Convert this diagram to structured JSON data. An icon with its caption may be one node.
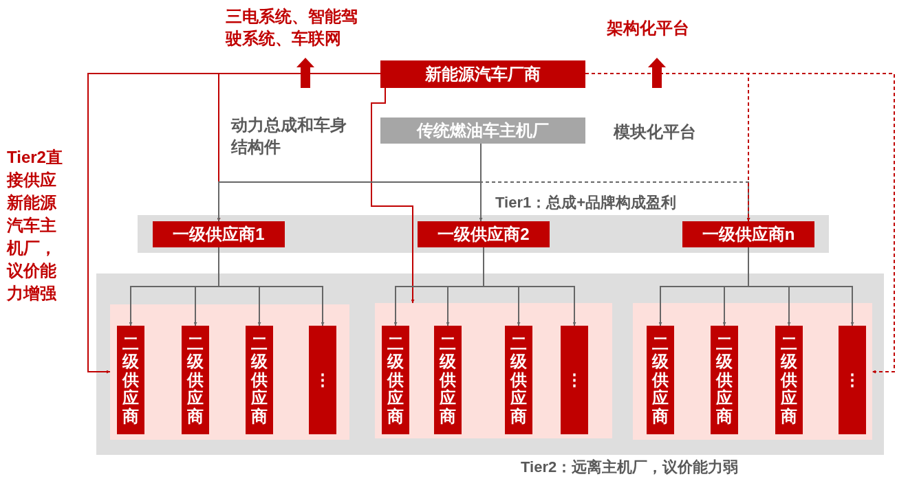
{
  "diagram": {
    "nodes": [
      {
        "text": [
          "新能源汽车厂商"
        ]
      },
      {
        "text": [
          "传统燃油车主机厂"
        ]
      },
      {
        "text": [],
        "shape": "box"
      },
      {
        "text": [
          "一级供应商1"
        ],
        "in": 2
      },
      {
        "text": [
          "一级供应商2"
        ],
        "in": 2
      },
      {
        "text": [
          "一级供应商n"
        ],
        "in": 2
      },
      {
        "text": [],
        "shape": "box"
      },
      {
        "text": [],
        "shape": "box",
        "in": 6
      },
      {
        "text": [
          "二级供应商"
        ],
        "in": 7
      },
      {
        "text": [
          "二级供应商"
        ],
        "in": 7
      },
      {
        "text": [
          "二级供应商"
        ],
        "in": 7
      },
      {
        "text": [
          "⋮"
        ],
        "in": 7
      },
      {
        "text": [],
        "shape": "box",
        "in": 6
      },
      {
        "text": [
          "二级供应商"
        ],
        "in": 12
      },
      {
        "text": [
          "二级供应商"
        ],
        "in": 12
      },
      {
        "text": [
          "二级供应商"
        ],
        "in": 12
      },
      {
        "text": [
          "⋮"
        ],
        "in": 12
      },
      {
        "text": [],
        "shape": "box",
        "in": 6
      },
      {
        "text": [
          "二级供应商"
        ],
        "in": 17
      },
      {
        "text": [
          "二级供应商"
        ],
        "in": 17
      },
      {
        "text": [
          "二级供应商"
        ],
        "in": 17
      },
      {
        "text": [
          "⋮"
        ],
        "in": 17
      }
    ],
    "edges": [
      {
        "from": 0,
        "to": 3,
        "arrow": "to",
        "color": "#c00000"
      },
      {
        "from": 0,
        "to": 7,
        "arrow": "to",
        "color": "#c00000"
      },
      {
        "from": 0,
        "to": 12,
        "arrow": "to",
        "color": "#c00000"
      },
      {
        "from": 1,
        "to": 4,
        "arrow": "to"
      },
      {
        "from": 1,
        "to": 3,
        "arrow": "to"
      },
      {
        "from": 1,
        "to": 5,
        "arrow": "to",
        "style": "dashed"
      },
      {
        "from": 0,
        "to": 5,
        "arrow": "to",
        "style": "dashed",
        "color": "#c00000"
      },
      {
        "from": 0,
        "to": 17,
        "arrow": "to",
        "style": "dashed",
        "color": "#c00000"
      },
      {
        "from": 3,
        "to": 8,
        "arrow": "to"
      },
      {
        "from": 3,
        "to": 9,
        "arrow": "to"
      },
      {
        "from": 3,
        "to": 10,
        "arrow": "to"
      },
      {
        "from": 3,
        "to": 11,
        "arrow": "to"
      },
      {
        "from": 4,
        "to": 13,
        "arrow": "to"
      },
      {
        "from": 4,
        "to": 14,
        "arrow": "to"
      },
      {
        "from": 4,
        "to": 15,
        "arrow": "to"
      },
      {
        "from": 4,
        "to": 16,
        "arrow": "to"
      },
      {
        "from": 5,
        "to": 18,
        "arrow": "to"
      },
      {
        "from": 5,
        "to": 19,
        "arrow": "to"
      },
      {
        "from": 5,
        "to": 20,
        "arrow": "to"
      },
      {
        "from": 5,
        "to": 21,
        "arrow": "to"
      }
    ],
    "labels": [
      "三电系统、智能驾驶系统、车联网",
      "架构化平台",
      "动力总成和车身结构件",
      "模块化平台",
      "Tier1：总成+品牌构成盈利",
      "Tier2直接供应新能源汽车主机厂，议价能力增强",
      "Tier2：远离主机厂，议价能力弱"
    ]
  }
}
